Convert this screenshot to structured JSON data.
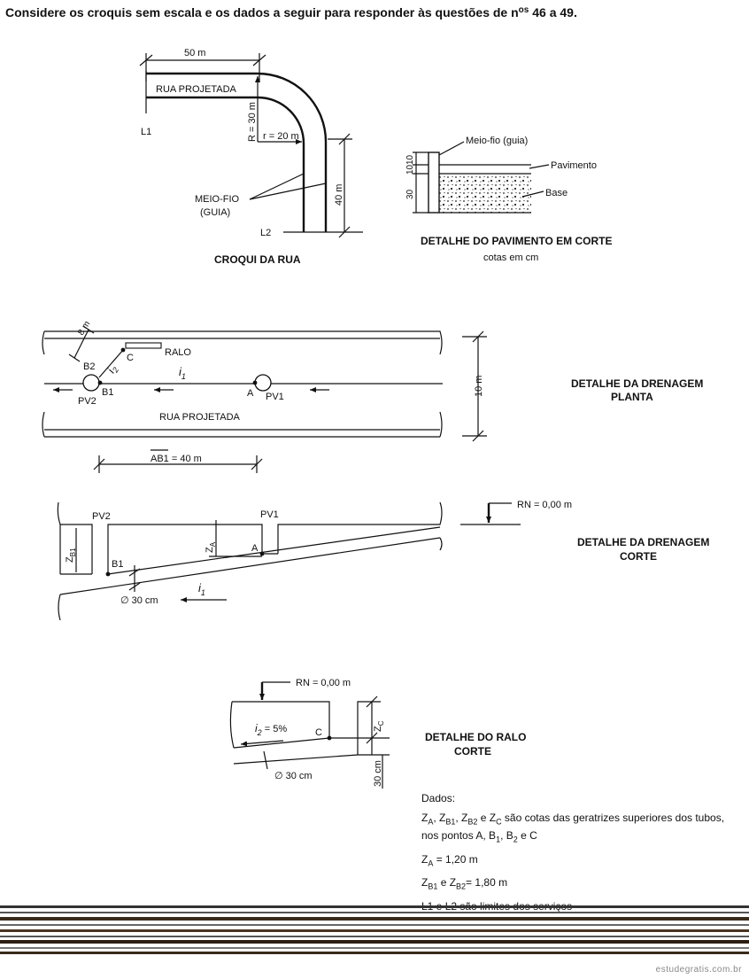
{
  "header": {
    "intro_prefix": "Considere os croquis sem escala e os dados a seguir para responder às questões de n",
    "intro_sup": "os",
    "intro_suffix": " 46  a 49."
  },
  "croqui_rua": {
    "caption": "CROQUI DA RUA",
    "street_label": "RUA PROJETADA",
    "dim_50": "50 m",
    "dim_R": "R = 30 m",
    "dim_r": "r = 20 m",
    "dim_40": "40 m",
    "l1": "L1",
    "l2": "L2",
    "curb_line1": "MEIO-FIO",
    "curb_line2": "(GUIA)"
  },
  "pavimento": {
    "caption": "DETALHE DO PAVIMENTO EM CORTE",
    "subcaption": "cotas em cm",
    "meio_fio": "Meio-fio (guia)",
    "pavimento": "Pavimento",
    "base": "Base",
    "dim_10a": "10",
    "dim_10b": "10",
    "dim_30": "30"
  },
  "drenagem_planta": {
    "caption_line1": "DETALHE DA DRENAGEM",
    "caption_line2": "PLANTA",
    "dim_8": "8 m",
    "ralo": "RALO",
    "c": "C",
    "b2": "B2",
    "b1": "B1",
    "pv2": "PV2",
    "a": "A",
    "pv1": "PV1",
    "i1": "i",
    "i1_sub": "1",
    "i2": "i",
    "i2_sub": "2",
    "street": "RUA PROJETADA",
    "dim_10": "10 m",
    "ab1_label": "AB1",
    "ab1_value": " = 40 m"
  },
  "drenagem_corte": {
    "caption_line1": "DETALHE DA DRENAGEM",
    "caption_line2": "CORTE",
    "rn": "RN = 0,00 m",
    "pv2": "PV2",
    "pv1": "PV1",
    "zb1": "Z",
    "zb1_sub": "B1",
    "za": "Z",
    "za_sub": "A",
    "b1": "B1",
    "a": "A",
    "diam": "∅ 30 cm",
    "i1": "i",
    "i1_sub": "1"
  },
  "ralo_corte": {
    "caption_line1": "DETALHE DO RALO",
    "caption_line2": "CORTE",
    "rn": "RN = 0,00 m",
    "i2": "i",
    "i2_sub": "2",
    "i2_value": " = 5%",
    "c": "C",
    "zc": "Z",
    "zc_sub": "C",
    "dim_30": "30 cm",
    "diam": "∅ 30 cm"
  },
  "dados": {
    "title": "Dados:",
    "l1_a": "Z",
    "l1_a_sub": "A",
    "l1_b": ", Z",
    "l1_b_sub": "B1",
    "l1_c": ", Z",
    "l1_c_sub": "B2",
    "l1_d": " e Z",
    "l1_d_sub": "C",
    "l1_e": " são cotas das geratrizes superiores dos tubos,",
    "l2_a": "nos pontos A, B",
    "l2_a_sub": "1",
    "l2_b": ", B",
    "l2_b_sub": "2",
    "l2_c": " e C",
    "l3_a": "Z",
    "l3_a_sub": "A",
    "l3_b": " = 1,20 m",
    "l4_a": "Z",
    "l4_a_sub": "B1",
    "l4_b": " e Z",
    "l4_b_sub": "B2",
    "l4_c": "= 1,80 m",
    "l5": "L1 e L2 são limites dos serviços"
  },
  "footer": {
    "site": "estudegratis.com.br"
  }
}
